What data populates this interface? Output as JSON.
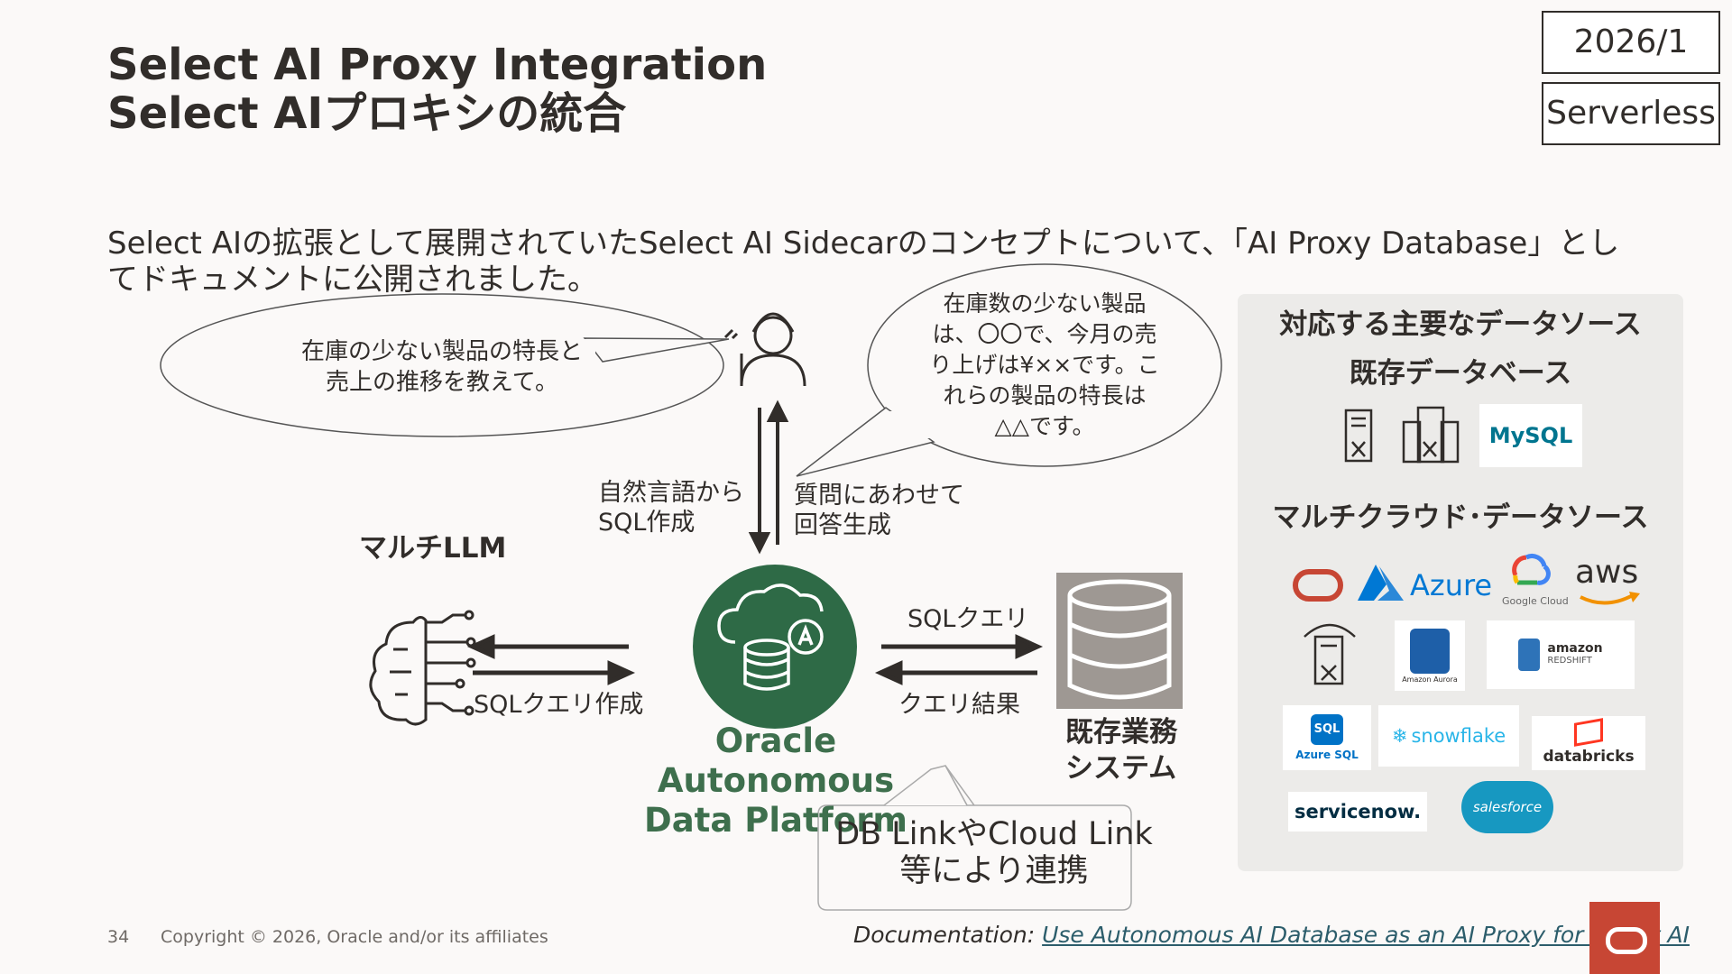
{
  "header": {
    "title_en": "Select AI Proxy Integration",
    "title_ja": "Select AIプロキシの統合",
    "badge_date": "2026/1",
    "badge_type": "Serverless"
  },
  "intro": "Select AIの拡張として展開されていたSelect AI Sidecarのコンセプトについて、「AI Proxy Database」としてドキュメントに公開されました。",
  "diagram": {
    "bubble_left_line1": "在庫の少ない製品の特長と",
    "bubble_left_line2": "売上の推移を教えて。",
    "bubble_right_lines": [
      "在庫数の少ない製品",
      "は、〇〇で、今月の売",
      "り上げは¥××です。こ",
      "れらの製品の特長は",
      "△△です。"
    ],
    "nl_to_sql_line1": "自然言語から",
    "nl_to_sql_line2": "SQL作成",
    "answer_gen_line1": "質問にあわせて",
    "answer_gen_line2": "回答生成",
    "multi_llm": "マルチLLM",
    "sql_query_create": "SQLクエリ作成",
    "sql_query": "SQLクエリ",
    "query_result": "クエリ結果",
    "adp_line1": "Oracle Autonomous",
    "adp_line2": "Data Platform",
    "existing_system_line1": "既存業務",
    "existing_system_line2": "システム",
    "link_note_line1": "DB LinkやCloud Link",
    "link_note_line2": "等により連携"
  },
  "datasources": {
    "heading": "対応する主要なデータソース",
    "existing_db": "既存データベース",
    "multicloud": "マルチクラウド･データソース",
    "logos": {
      "mysql": "MySQL",
      "azure": "Azure",
      "google_cloud": "Google Cloud",
      "aws": "aws",
      "amazon_aurora": "Amazon Aurora",
      "amazon_redshift_1": "amazon",
      "amazon_redshift_2": "REDSHIFT",
      "azure_sql_badge": "SQL",
      "azure_sql": "Azure SQL",
      "snowflake": "snowflake",
      "databricks": "databricks",
      "servicenow": "servicenow.",
      "salesforce": "salesforce"
    }
  },
  "footer": {
    "page_number": "34",
    "copyright": "Copyright © 2026, Oracle and/or its affiliates",
    "doc_prefix": "Documentation:",
    "doc_link": "Use Autonomous AI Database as an AI Proxy for Select AI"
  },
  "colors": {
    "adp_green": "#2e6a46",
    "adp_text_green": "#3e6f4d",
    "oracle_red": "#c74634",
    "db_gray": "#9e9893",
    "panel_gray": "#ecebe9",
    "azure_blue": "#0078d4",
    "aws_orange": "#f29100",
    "salesforce_blue": "#1798c1"
  }
}
